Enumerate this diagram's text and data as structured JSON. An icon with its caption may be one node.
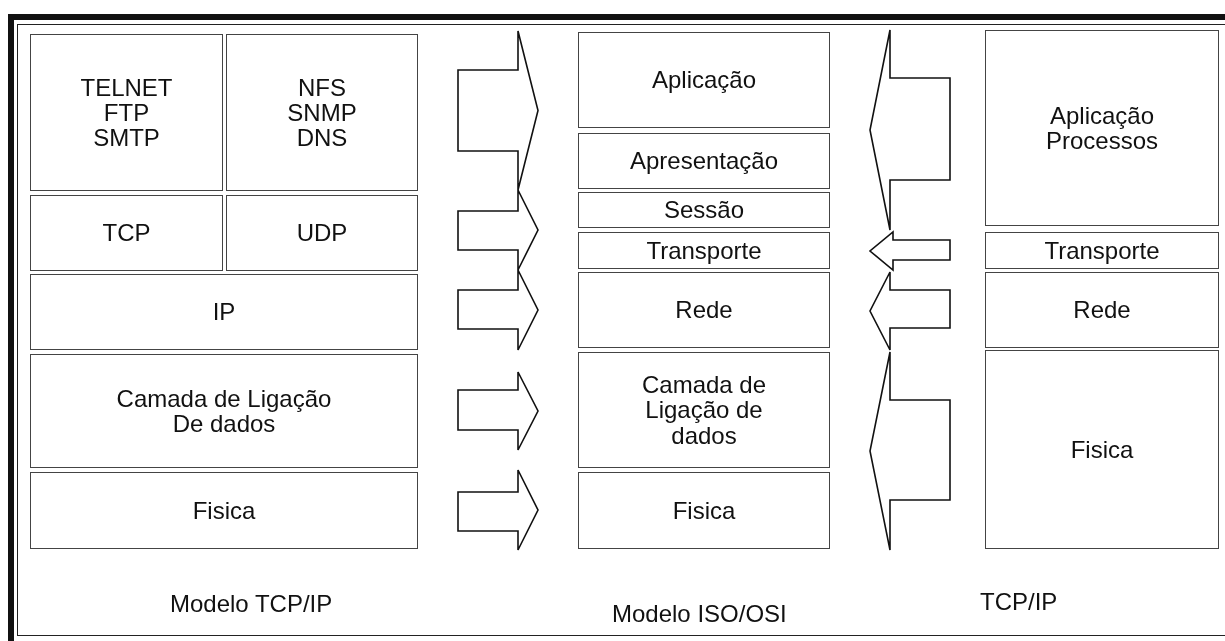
{
  "diagram": {
    "nodes": [
      {
        "text": [
          "TELNET",
          "FTP",
          "SMTP"
        ]
      },
      {
        "text": [
          "NFS",
          "SNMP",
          "DNS"
        ]
      },
      {
        "text": [
          "TCP"
        ]
      },
      {
        "text": [
          "UDP"
        ]
      },
      {
        "text": [
          "IP"
        ]
      },
      {
        "text": [
          "Camada de Ligação De dados"
        ]
      },
      {
        "text": [
          "Fisica"
        ]
      },
      {
        "text": [
          "Aplicação"
        ]
      },
      {
        "text": [
          "Apresentação"
        ]
      },
      {
        "text": [
          "Sessão"
        ]
      },
      {
        "text": [
          "Transporte"
        ]
      },
      {
        "text": [
          "Rede"
        ]
      },
      {
        "text": [
          "Camada de Ligação de dados"
        ]
      },
      {
        "text": [
          "Fisica"
        ]
      },
      {
        "text": [
          "Aplicação Processos"
        ]
      },
      {
        "text": [
          "Transporte"
        ]
      },
      {
        "text": [
          "Rede"
        ]
      },
      {
        "text": [
          "Fisica"
        ]
      }
    ],
    "edges": [
      {
        "from": 1,
        "to": 7,
        "arrow": "to"
      },
      {
        "from": 3,
        "to": 10,
        "arrow": "to"
      },
      {
        "from": 4,
        "to": 11,
        "arrow": "to"
      },
      {
        "from": 5,
        "to": 12,
        "arrow": "to"
      },
      {
        "from": 6,
        "to": 13,
        "arrow": "to"
      },
      {
        "from": 14,
        "to": 7,
        "arrow": "to"
      },
      {
        "from": 15,
        "to": 10,
        "arrow": "to"
      },
      {
        "from": 16,
        "to": 11,
        "arrow": "to"
      },
      {
        "from": 17,
        "to": 12,
        "arrow": "to"
      }
    ],
    "labels": [
      "Modelo TCP/IP",
      "Modelo ISO/OSI",
      "TCP/IP"
    ]
  }
}
